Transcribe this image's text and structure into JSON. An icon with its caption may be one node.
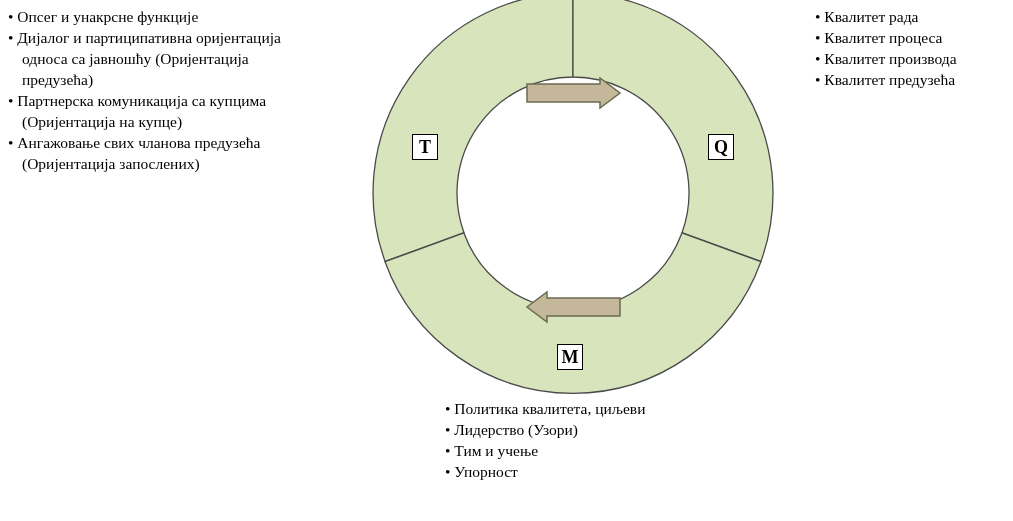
{
  "diagram": {
    "nodes": [
      {
        "text": [
          "T"
        ],
        "beside": [
          "• Опсег и унакрсне функције",
          "• Дијалог и партиципативна оријентација односа са јавношћу (Оријентација предузећа)",
          "• Партнерска комуникација са купцима (Оријентација на купце)",
          "• Ангажовање свих чланова предузећа (Оријентација запослених)"
        ]
      },
      {
        "text": [
          "Q"
        ],
        "beside": [
          "• Квалитет рада",
          "• Квалитет процеса",
          "• Квалитет производа",
          "• Квалитет предузећа"
        ]
      },
      {
        "text": [
          "M"
        ],
        "beside": [
          "• Политика квалитета, циљеви",
          "• Лидерство (Узори)",
          "• Тим и учење",
          "• Упорност"
        ]
      }
    ],
    "edges": [
      {
        "from": 0,
        "to": 1,
        "arrow": "to"
      }
    ]
  }
}
